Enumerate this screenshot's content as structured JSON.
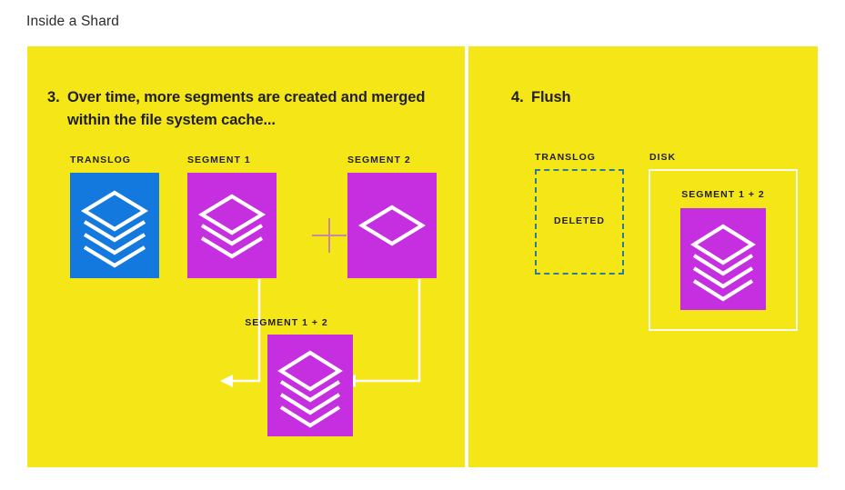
{
  "page": {
    "title": "Inside a Shard"
  },
  "colors": {
    "panel_background": "#f5e618",
    "translog_fill": "#1479de",
    "segment_fill": "#c62fe0",
    "connector": "#ffffff",
    "plus_sign": "#c9889c",
    "deleted_dash": "#2b7f93",
    "disk_border": "#fffdf2",
    "text": "#22201e",
    "title_text": "#2b2b2b"
  },
  "panels": [
    {
      "id": "left",
      "step": {
        "number": "3.",
        "text": "Over time, more segments are created and merged within the file system cache..."
      },
      "items": [
        {
          "label": "TRANSLOG",
          "icon": "stacked-layers-4-icon",
          "fill": "translog"
        },
        {
          "label": "SEGMENT 1",
          "icon": "stacked-layers-3-icon",
          "fill": "segment"
        },
        {
          "label": "SEGMENT 2",
          "icon": "single-diamond-icon",
          "fill": "segment"
        }
      ],
      "operator": "+",
      "merged_item": {
        "label": "SEGMENT 1 + 2",
        "icon": "stacked-layers-4-icon",
        "fill": "segment"
      }
    },
    {
      "id": "right",
      "step": {
        "number": "4.",
        "text": "Flush"
      },
      "items": [
        {
          "label": "TRANSLOG",
          "state": "DELETED"
        },
        {
          "label": "DISK",
          "contains": {
            "label": "SEGMENT 1 + 2",
            "icon": "stacked-layers-4-icon",
            "fill": "segment"
          }
        }
      ]
    }
  ]
}
